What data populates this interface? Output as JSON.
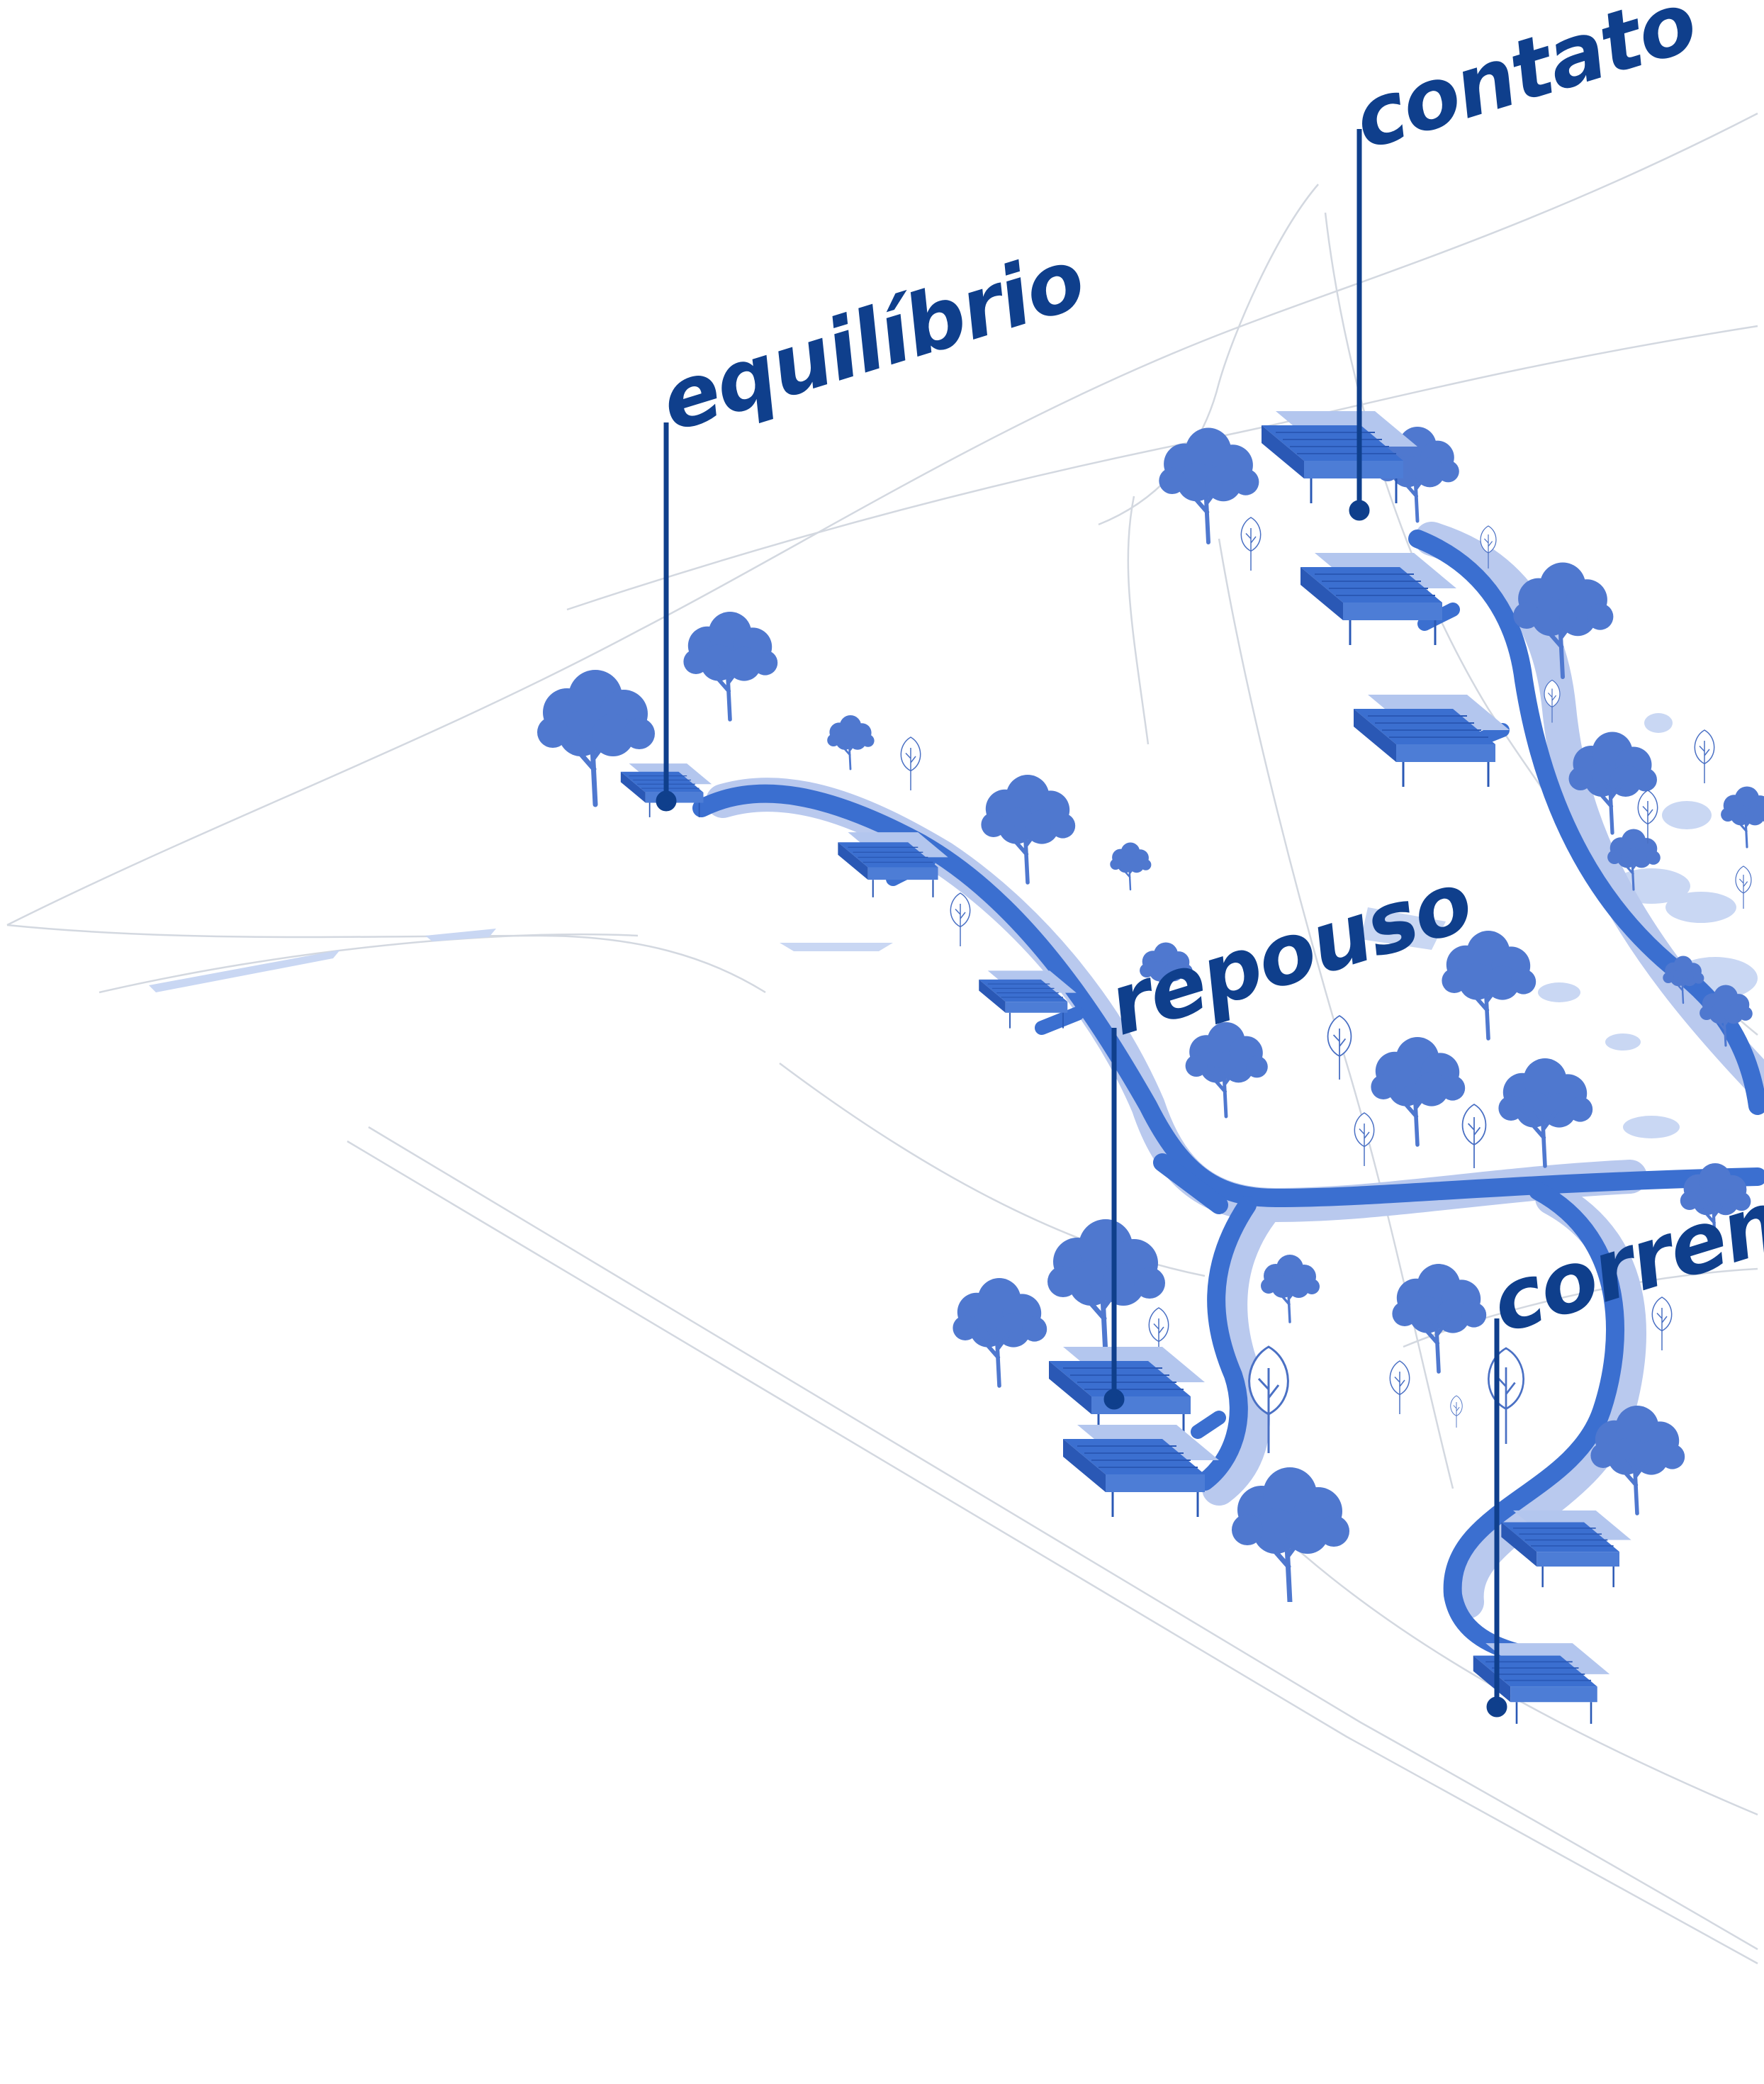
{
  "labels": {
    "contato": "contato",
    "equilibrio": "equilíbrio",
    "repouso": "repouso",
    "corrente": "corrente"
  },
  "colors": {
    "path": "#3b6fd0",
    "path_shadow": "#b9c9ee",
    "tree": "#4f78cf",
    "building": "#3b6fd0",
    "building_shadow": "#b3c6ee",
    "pole": "#0f3f8c",
    "label": "#0f3f8c",
    "site_lines": "#d3d8e0",
    "outline_tree": "#4a70c4"
  },
  "icons": {
    "tree": "tree-icon",
    "outline_tree": "outline-tree-icon",
    "building": "building-icon",
    "pole": "label-pole"
  }
}
